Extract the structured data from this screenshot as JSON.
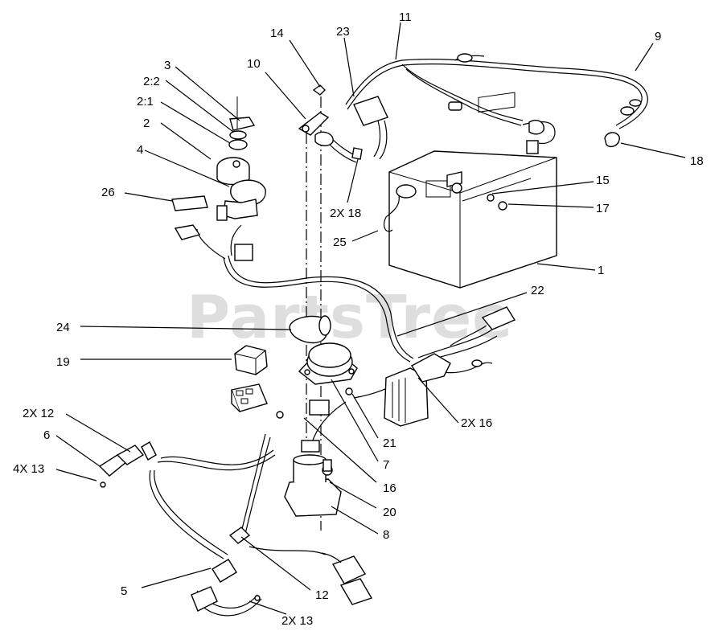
{
  "watermark": "PartsTree",
  "callouts": [
    "1",
    "2",
    "2:1",
    "2:2",
    "3",
    "4",
    "5",
    "6",
    "4X 13",
    "2X 12",
    "7",
    "8",
    "9",
    "10",
    "11",
    "12",
    "2X 13",
    "14",
    "15",
    "2X 16",
    "16",
    "17",
    "18",
    "2X 18",
    "19",
    "20",
    "21",
    "22",
    "23",
    "24",
    "25",
    "26"
  ]
}
